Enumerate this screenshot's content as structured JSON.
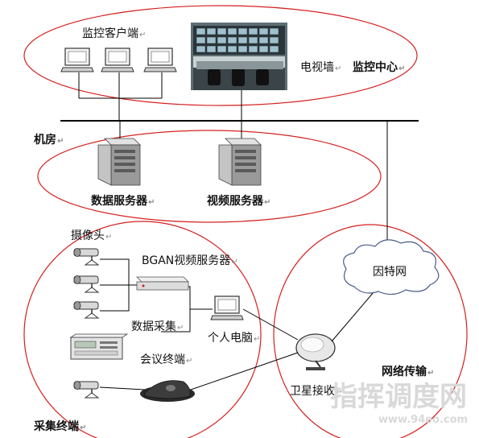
{
  "labels": {
    "monitor_client": "监控客户端",
    "tv_wall": "电视墙",
    "monitor_center": "监控中心",
    "machine_room": "机房",
    "data_server": "数据服务器",
    "video_server": "视频服务器",
    "camera": "摄像头",
    "bgan_server": "BGAN视频服务器",
    "data_collect": "数据采集",
    "personal_pc": "个人电脑",
    "conference_terminal": "会议终端",
    "internet": "因特网",
    "network_transmission": "网络传输",
    "satellite_rx": "卫星接收",
    "collect_terminal": "采集终端",
    "paragraph_mark": "↵"
  },
  "watermark": {
    "main": "指挥调度网",
    "url": "www.94eo.com"
  },
  "colors": {
    "ellipse_border": "#d42020",
    "line": "#000000",
    "watermark": "#d9d9d9"
  }
}
